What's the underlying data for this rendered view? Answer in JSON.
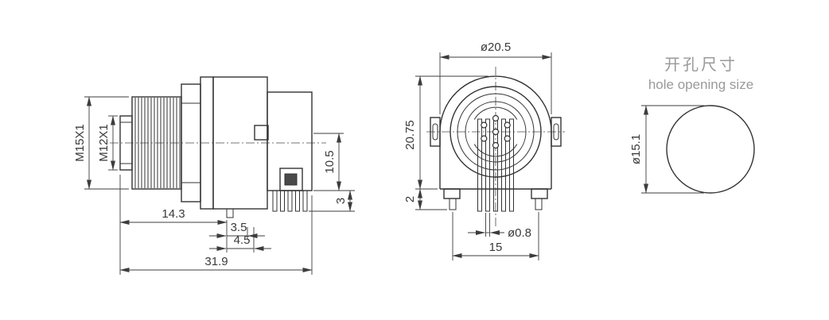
{
  "drawing": {
    "colors": {
      "line": "#333333",
      "dim_text": "#3a3a3a",
      "title_text": "#9a9a9a",
      "background": "#ffffff"
    },
    "side_view": {
      "thread_spec_outer": "M15X1",
      "thread_spec_inner": "M12X1",
      "front_length": "14.3",
      "pin_offset_a": "3.5",
      "pin_offset_b": "4.5",
      "total_length": "31.9",
      "rear_height": "10.5",
      "pin_length": "3"
    },
    "front_view": {
      "outer_diameter": "ø20.5",
      "overall_height": "20.75",
      "foot_protrusion": "2",
      "pin_diameter": "ø0.8",
      "pin_row_span": "15"
    },
    "hole_view": {
      "title_zh": "开孔尺寸",
      "title_en": "hole opening size",
      "diameter": "ø15.1"
    }
  }
}
